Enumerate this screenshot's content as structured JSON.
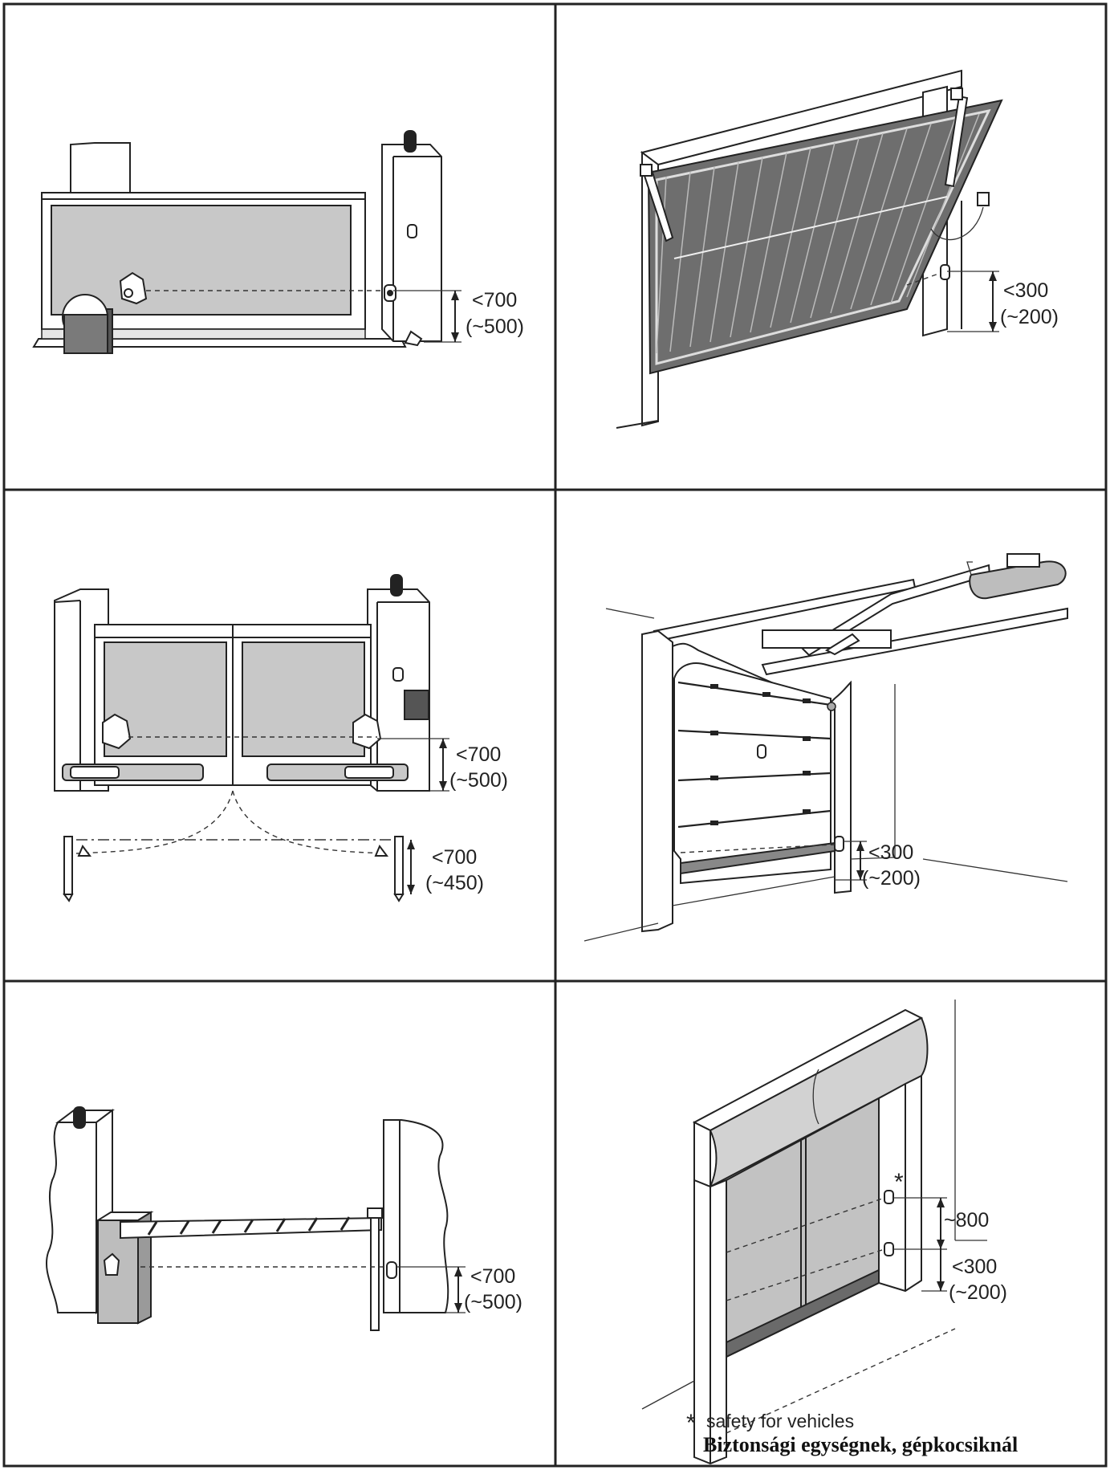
{
  "cells": [
    {
      "id": "sliding-gate",
      "dim_max": "<700",
      "dim_typ": "(~500)"
    },
    {
      "id": "up-over-garage-door",
      "dim_max": "<300",
      "dim_typ": "(~200)"
    },
    {
      "id": "swing-gate",
      "dim_max": "<700",
      "dim_typ": "(~500)",
      "dim2_max": "<700",
      "dim2_typ": "(~450)"
    },
    {
      "id": "sectional-garage-door",
      "dim_max": "<300",
      "dim_typ": "(~200)"
    },
    {
      "id": "barrier",
      "dim_max": "<700",
      "dim_typ": "(~500)"
    },
    {
      "id": "rapid-roll-door",
      "dim_upper": "~800",
      "dim_max": "<300",
      "dim_typ": "(~200)"
    }
  ],
  "star": "*",
  "footnote": {
    "en": "safety for vehicles",
    "hu": "Biztonsági egységnek, gépkocsiknál"
  },
  "colors": {
    "line": "#222222",
    "panel_fill": "#c8c8c8",
    "dark_fill": "#555555"
  }
}
